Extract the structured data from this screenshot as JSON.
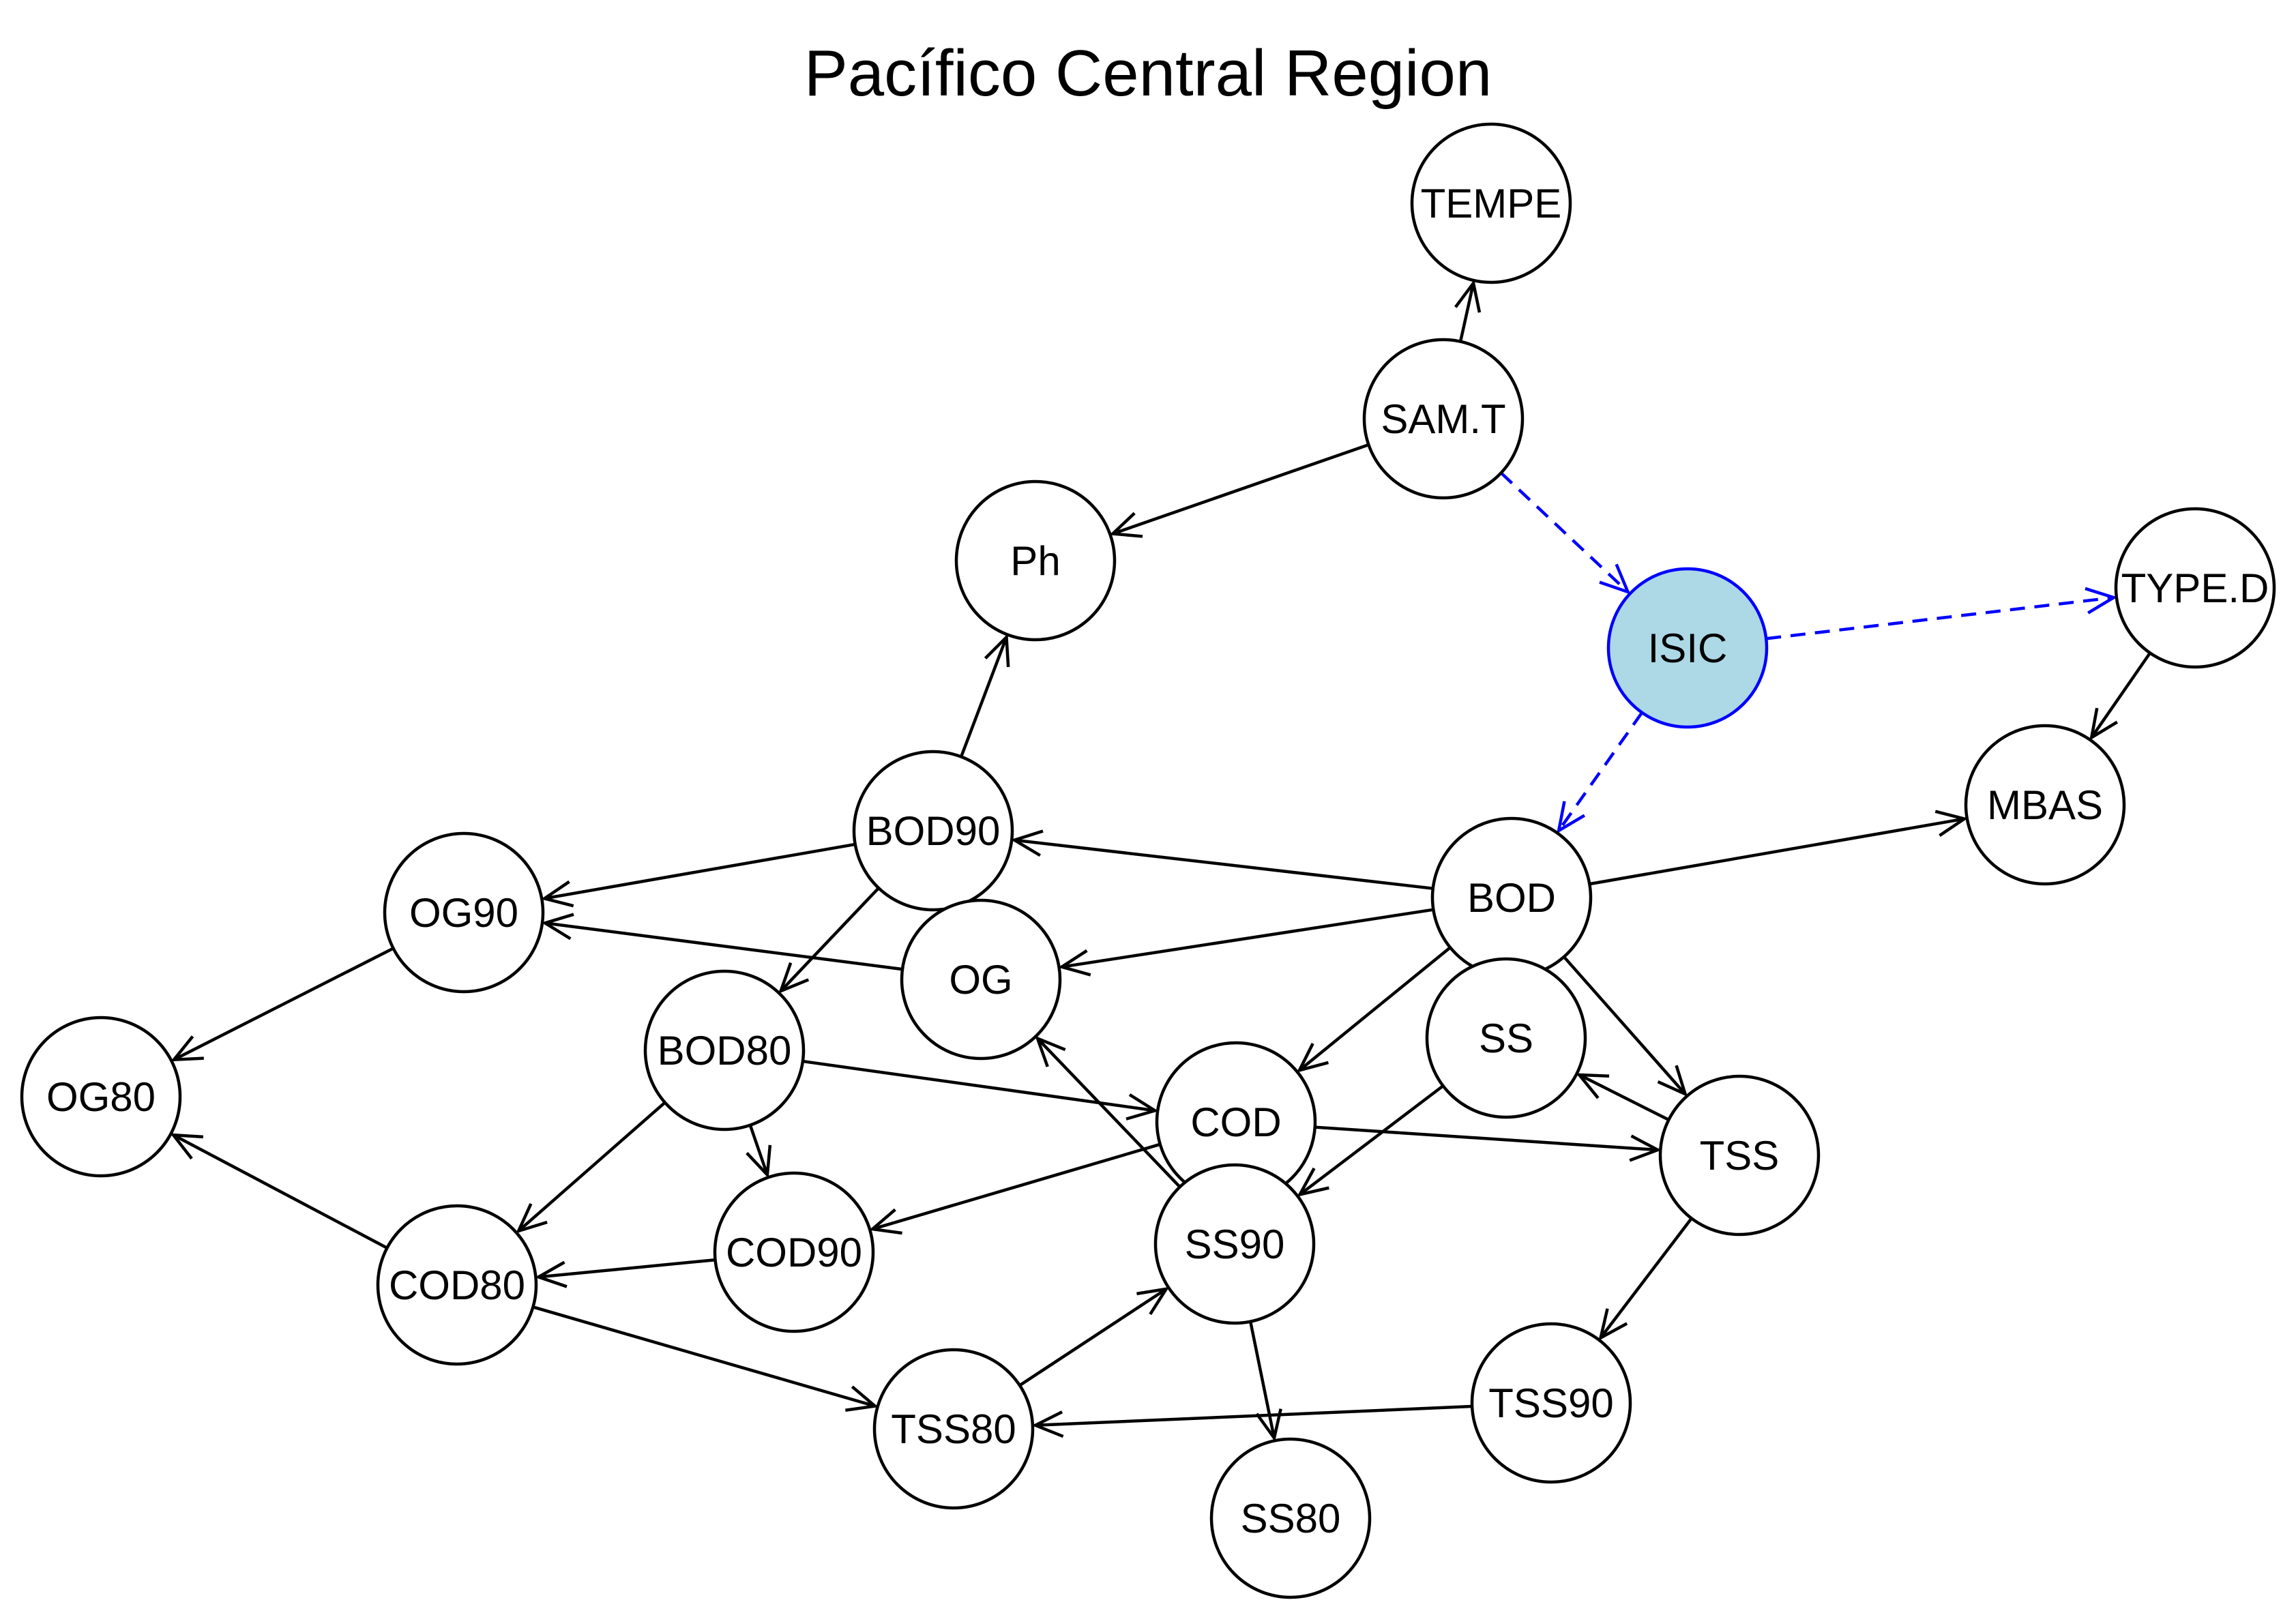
{
  "title": "Pacífico Central Region",
  "colors": {
    "node_fill": "#ffffff",
    "node_stroke": "#000000",
    "highlight_fill": "#add8e6",
    "highlight_stroke": "#0000ff",
    "edge": "#000000",
    "highlight_edge": "#0000ff"
  },
  "nodes": [
    {
      "id": "TEMPE",
      "label": "TEMPE"
    },
    {
      "id": "SAMT",
      "label": "SAM.T"
    },
    {
      "id": "Ph",
      "label": "Ph"
    },
    {
      "id": "ISIC",
      "label": "ISIC",
      "highlight": true
    },
    {
      "id": "TYPED",
      "label": "TYPE.D"
    },
    {
      "id": "MBAS",
      "label": "MBAS"
    },
    {
      "id": "BOD90",
      "label": "BOD90"
    },
    {
      "id": "OG90",
      "label": "OG90"
    },
    {
      "id": "OG",
      "label": "OG"
    },
    {
      "id": "BOD",
      "label": "BOD"
    },
    {
      "id": "SS",
      "label": "SS"
    },
    {
      "id": "OG80",
      "label": "OG80"
    },
    {
      "id": "BOD80",
      "label": "BOD80"
    },
    {
      "id": "COD",
      "label": "COD"
    },
    {
      "id": "TSS",
      "label": "TSS"
    },
    {
      "id": "COD90",
      "label": "COD90"
    },
    {
      "id": "SS90",
      "label": "SS90"
    },
    {
      "id": "COD80",
      "label": "COD80"
    },
    {
      "id": "TSS80",
      "label": "TSS80"
    },
    {
      "id": "TSS90",
      "label": "TSS90"
    },
    {
      "id": "SS80",
      "label": "SS80"
    }
  ],
  "edges": [
    {
      "from": "SAMT",
      "to": "TEMPE"
    },
    {
      "from": "SAMT",
      "to": "Ph"
    },
    {
      "from": "SAMT",
      "to": "ISIC",
      "style": "dashed"
    },
    {
      "from": "ISIC",
      "to": "TYPED",
      "style": "dashed"
    },
    {
      "from": "ISIC",
      "to": "BOD",
      "style": "dashed"
    },
    {
      "from": "TYPED",
      "to": "MBAS"
    },
    {
      "from": "BOD",
      "to": "MBAS"
    },
    {
      "from": "BOD90",
      "to": "Ph"
    },
    {
      "from": "BOD",
      "to": "BOD90"
    },
    {
      "from": "BOD",
      "to": "OG"
    },
    {
      "from": "BOD",
      "to": "SS"
    },
    {
      "from": "BOD",
      "to": "TSS"
    },
    {
      "from": "BOD",
      "to": "COD"
    },
    {
      "from": "BOD90",
      "to": "OG90"
    },
    {
      "from": "OG",
      "to": "OG90"
    },
    {
      "from": "BOD90",
      "to": "BOD80"
    },
    {
      "from": "OG90",
      "to": "OG80"
    },
    {
      "from": "COD80",
      "to": "OG80"
    },
    {
      "from": "BOD80",
      "to": "COD"
    },
    {
      "from": "BOD80",
      "to": "COD90"
    },
    {
      "from": "BOD80",
      "to": "COD80"
    },
    {
      "from": "SS90",
      "to": "OG"
    },
    {
      "from": "SS",
      "to": "SS90"
    },
    {
      "from": "COD",
      "to": "TSS"
    },
    {
      "from": "COD",
      "to": "COD90"
    },
    {
      "from": "TSS",
      "to": "SS"
    },
    {
      "from": "TSS",
      "to": "TSS90"
    },
    {
      "from": "COD90",
      "to": "COD80"
    },
    {
      "from": "COD80",
      "to": "TSS80"
    },
    {
      "from": "TSS80",
      "to": "SS90"
    },
    {
      "from": "SS90",
      "to": "SS80"
    },
    {
      "from": "TSS90",
      "to": "TSS80"
    }
  ]
}
